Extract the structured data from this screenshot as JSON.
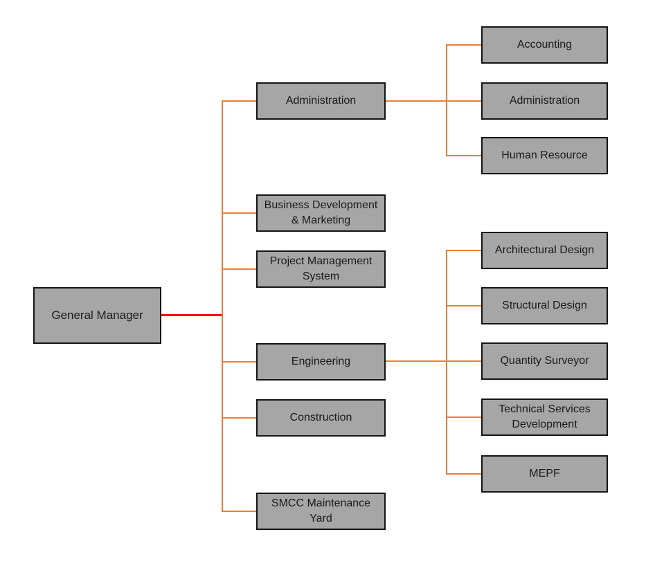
{
  "diagram": {
    "type": "org-chart",
    "root": {
      "label": "General Manager"
    },
    "level1": [
      {
        "label": "Administration"
      },
      {
        "label": "Business Development & Marketing"
      },
      {
        "label": "Project Management System"
      },
      {
        "label": "Engineering"
      },
      {
        "label": "Construction"
      },
      {
        "label": "SMCC Maintenance Yard"
      }
    ],
    "administration_children": [
      {
        "label": "Accounting"
      },
      {
        "label": "Administration"
      },
      {
        "label": "Human Resource"
      }
    ],
    "engineering_children": [
      {
        "label": "Architectural Design"
      },
      {
        "label": "Structural Design"
      },
      {
        "label": "Quantity Surveyor"
      },
      {
        "label": "Technical Services Development"
      },
      {
        "label": "MEPF"
      }
    ],
    "colors": {
      "box_fill": "#a6a6a6",
      "box_border": "#141414",
      "connector_primary": "#ff0000",
      "connector_secondary": "#ed7d31",
      "text": "#1a1a1a",
      "background": "#ffffff"
    }
  }
}
